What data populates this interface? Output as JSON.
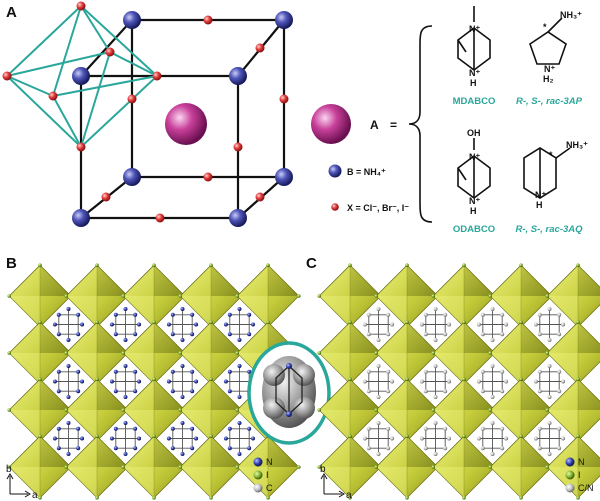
{
  "panels": {
    "a": "A",
    "b": "B",
    "c": "C"
  },
  "panel_a": {
    "a_label": "A",
    "equals": "=",
    "legend_b": "B = NH₄⁺",
    "legend_x": "X = Cl⁻, Br⁻, I⁻",
    "molecules": {
      "mdabco": "MDABCO",
      "ap": "R-, S-, rac-3AP",
      "odabco": "ODABCO",
      "aq": "R-, S-, rac-3AQ"
    },
    "atom_labels": {
      "n_plus": "N⁺",
      "nh_plus": "N⁺",
      "h": "H",
      "oh": "OH",
      "nh3_plus": "NH₃⁺",
      "nh2_plus": "N⁺",
      "h2": "H₂",
      "star": "*"
    }
  },
  "panel_b_legend": [
    "N",
    "I",
    "C"
  ],
  "panel_c_legend": [
    "N",
    "I",
    "C/N"
  ],
  "axes": {
    "b": "b",
    "a": "a"
  },
  "colors": {
    "teal": "#2aa79b",
    "b_site": "#2b2f8f",
    "x_site": "#d42a2a",
    "a_site": "#c0308f",
    "octahedron": "#c3cb3a",
    "nitrogen": "#2a3aa8",
    "iodine": "#7fb02a",
    "carbon": "#c8c8c8"
  }
}
